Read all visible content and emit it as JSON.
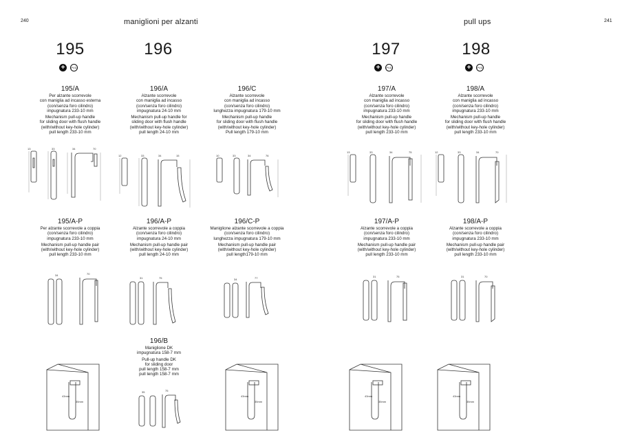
{
  "page": {
    "left_number": "240",
    "right_number": "241",
    "left_header": "maniglioni per alzanti",
    "right_header": "pull ups",
    "badge_plus": "+",
    "badge_pvd": "PVD"
  },
  "models": [
    "195",
    "196",
    "197",
    "198"
  ],
  "products": [
    {
      "code": "195/A",
      "it": [
        "Per alzante scorrevole",
        "con maniglia ad incasso esterna",
        "(con/senza foro cilindro)",
        "impugnatura 233-10 mm"
      ],
      "en": [
        "Mechanism pull-up handle",
        "for sliding door with flush handle",
        "(with/without key-hole cylinder)",
        "pull length 233-10 mm"
      ]
    },
    {
      "code": "196/A",
      "it": [
        "Alzante scorrevole",
        "con maniglia ad incasso",
        "(con/senza foro cilindro)",
        "impugnatura 24-10 mm"
      ],
      "en": [
        "Mechanism pull-up handle for",
        "sliding door with flush handle",
        "(with/without key-hole cylinder)",
        "pull length 24-10 mm"
      ]
    },
    {
      "code": "196/C",
      "it": [
        "Alzante scorrevole",
        "con maniglia ad incasso",
        "(con/senza foro cilindro)",
        "lunghezza impugnatura 179-10 mm"
      ],
      "en": [
        "Mechanism pull-up handle",
        "for sliding door with flush handle",
        "(with/without key-hole cylinder)",
        "Pull length 179-10 mm"
      ]
    },
    {
      "code": "197/A",
      "it": [
        "Alzante scorrevole",
        "con maniglia ad incasso",
        "(con/senza foro cilindro)",
        "impugnatura 233-10 mm"
      ],
      "en": [
        "Mechanism pull-up handle",
        "for sliding door with flush handle",
        "(with/without key-hole cylinder)",
        "pull length 233-10 mm"
      ]
    },
    {
      "code": "198/A",
      "it": [
        "Alzante scorrevole",
        "con maniglia ad incasso",
        "(con/senza foro cilindro)",
        "impugnatura 233-10 mm"
      ],
      "en": [
        "Mechanism pull-up handle",
        "for sliding door with flush handle",
        "(with/without key-hole cylinder)",
        "pull length 233-10 mm"
      ]
    },
    {
      "code": "195/A-P",
      "it": [
        "Per alzante scorrevole a coppia",
        "(con/senza foro cilindro)",
        "impugnatura 233-10 mm"
      ],
      "en": [
        "Mechanism pull-up handle pair",
        "(with/without key-hole cylinder)",
        "pull length 233-10 mm"
      ]
    },
    {
      "code": "196/A-P",
      "it": [
        "Alzante scorrevole a coppia",
        "(con/senza foro cilindro)",
        "impugnatura 24-10 mm"
      ],
      "en": [
        "Mechanism pull-up handle pair",
        "(with/without key-hole cylinder)",
        "pull length 24-10 mm"
      ]
    },
    {
      "code": "196/C-P",
      "it": [
        "Maniglione alzante scorrevole a coppia",
        "(con/senza foro cilindro)",
        "lunghezza impugnatura 179-10 mm"
      ],
      "en": [
        "Mechanism pull-up handle pair",
        "(with/without key-hole cylinder)",
        "pull length179-10 mm"
      ]
    },
    {
      "code": "197/A-P",
      "it": [
        "Alzante scorrevole a coppia",
        "(con/senza foro cilindro)",
        "impugnatura 233-10 mm"
      ],
      "en": [
        "Mechanism pull-up handle pair",
        "(with/without key-hole cylinder)",
        "pull length 233-10 mm"
      ]
    },
    {
      "code": "198/A-P",
      "it": [
        "Alzante scorrevole a coppia",
        "(con/senza foro cilindro)",
        "impugnatura 233-10 mm"
      ],
      "en": [
        "Mechanism pull-up handle pair",
        "(with/without key-hole cylinder)",
        "pull length 233-10 mm"
      ]
    },
    {
      "code": "196/B",
      "it": [
        "Maniglione DK",
        "impugnatura 158-7 mm"
      ],
      "en": [
        "Pull-up handle DK",
        "for sliding door",
        "pull length 158-7 mm"
      ]
    }
  ]
}
